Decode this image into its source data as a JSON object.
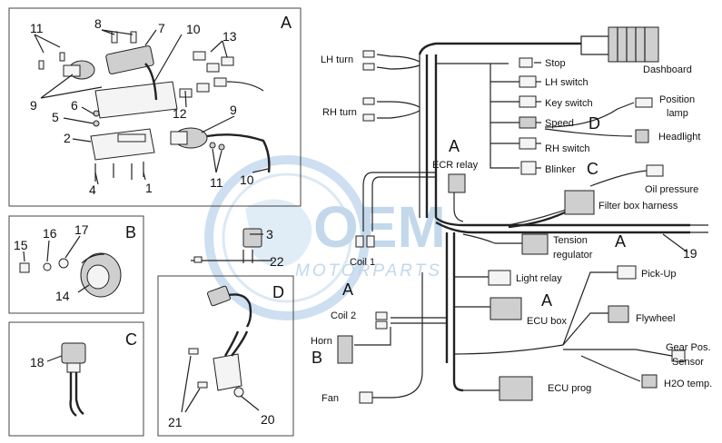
{
  "watermark": {
    "logo": "OEM",
    "text": "MOTORPARTS"
  },
  "panels": {
    "A": {
      "letter": "A",
      "numbers": [
        "11",
        "8",
        "7",
        "10",
        "13",
        "9",
        "6",
        "5",
        "2",
        "12",
        "9",
        "4",
        "1",
        "11",
        "10"
      ]
    },
    "B": {
      "letter": "B",
      "numbers": [
        "15",
        "16",
        "17",
        "14"
      ]
    },
    "C": {
      "letter": "C",
      "numbers": [
        "18"
      ]
    },
    "D": {
      "letter": "D",
      "numbers": [
        "21",
        "20"
      ]
    }
  },
  "loose_numbers": [
    "3",
    "22"
  ],
  "harness": {
    "labels": {
      "lh_turn": "LH turn",
      "rh_turn": "RH turn",
      "stop": "Stop",
      "lh_switch": "LH switch",
      "key_switch": "Key switch",
      "speed": "Speed",
      "rh_switch": "RH switch",
      "blinker": "Blinker",
      "dashboard": "Dashboard",
      "position_lamp_1": "Position",
      "position_lamp_2": "lamp",
      "headlight": "Headlight",
      "ecr_relay": "ECR relay",
      "oil_pressure": "Oil pressure",
      "filter_box_harness": "Filter box harness",
      "coil1": "Coil 1",
      "tension_regulator_1": "Tension",
      "tension_regulator_2": "regulator",
      "light_relay": "Light relay",
      "pick_up": "Pick-Up",
      "coil2": "Coil 2",
      "ecu_box": "ECU box",
      "flywheel": "Flywheel",
      "horn": "Horn",
      "gear_pos_1": "Gear Pos.",
      "gear_pos_2": "Sensor",
      "fan": "Fan",
      "ecu_prog": "ECU prog",
      "h2o_temp": "H2O temp.",
      "ref_19": "19"
    },
    "letters": {
      "speed_d": "D",
      "blinker_c": "C",
      "ecr_a": "A",
      "tension_a": "A",
      "coil2_a": "A",
      "ecu_a": "A",
      "horn_b": "B"
    }
  }
}
